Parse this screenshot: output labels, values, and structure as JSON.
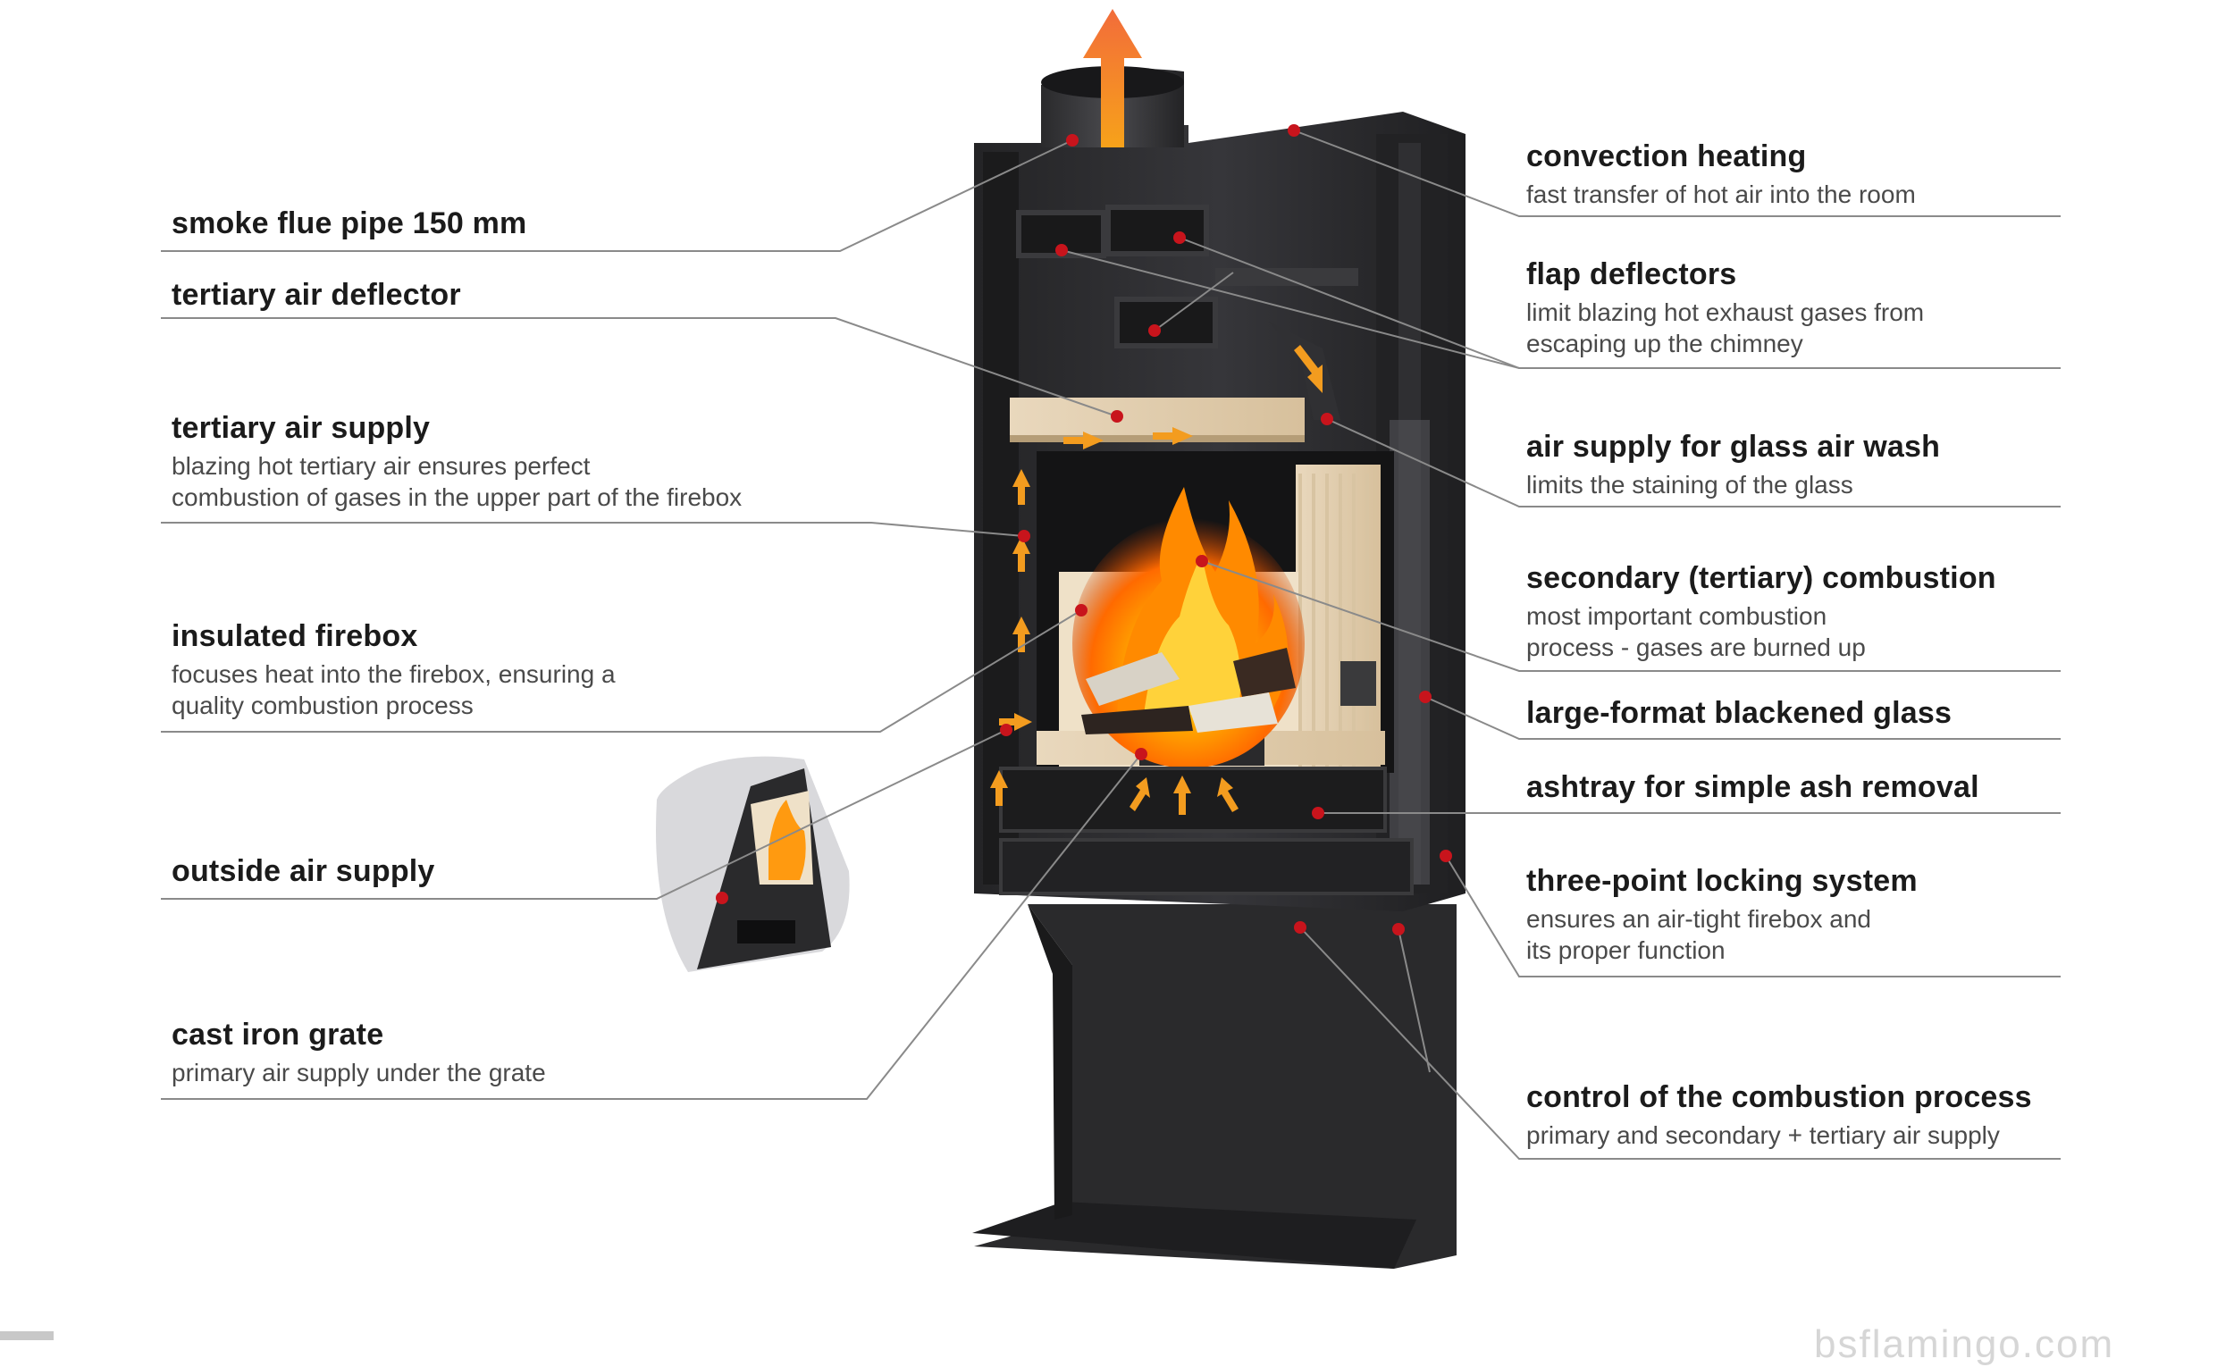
{
  "watermark": "bsflamingo.com",
  "colors": {
    "stove_body": "#2b2b2d",
    "stove_dark": "#1c1c1d",
    "firebrick": "#e8d6ba",
    "leader_line": "#8a8a8a",
    "marker": "#c8141c",
    "arrow_orange": "#f39c1f",
    "flame": "#ff8a00"
  },
  "callouts_left": [
    {
      "title": "smoke flue pipe 150 mm",
      "desc": []
    },
    {
      "title": "tertiary air deflector",
      "desc": []
    },
    {
      "title": "tertiary air supply",
      "desc": [
        "blazing hot tertiary air ensures perfect",
        "combustion of gases in the upper part of the firebox"
      ]
    },
    {
      "title": "insulated firebox",
      "desc": [
        "focuses heat into the firebox, ensuring a",
        "quality combustion process"
      ]
    },
    {
      "title": "outside air supply",
      "desc": []
    },
    {
      "title": "cast iron grate",
      "desc": [
        "primary air supply under the grate"
      ]
    }
  ],
  "callouts_right": [
    {
      "title": "convection heating",
      "desc": [
        "fast transfer of hot air into the room"
      ]
    },
    {
      "title": "flap deflectors",
      "desc": [
        "limit blazing hot exhaust gases from",
        "escaping up the chimney"
      ]
    },
    {
      "title": "air supply for glass air wash",
      "desc": [
        "limits the staining of the glass"
      ]
    },
    {
      "title": "secondary (tertiary) combustion",
      "desc": [
        "most important combustion",
        "process - gases are burned up"
      ]
    },
    {
      "title": "large-format blackened glass",
      "desc": []
    },
    {
      "title": "ashtray for simple ash removal",
      "desc": []
    },
    {
      "title": "three-point locking system",
      "desc": [
        "ensures an air-tight firebox and",
        "its proper function"
      ]
    },
    {
      "title": "control of the combustion process",
      "desc": [
        "primary and secondary + tertiary air supply"
      ]
    }
  ]
}
